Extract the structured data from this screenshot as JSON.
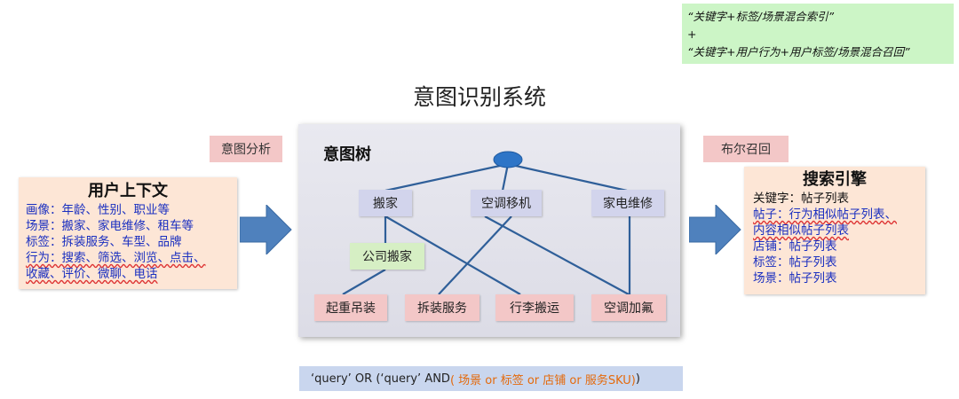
{
  "formula": {
    "line1": "“关键字+标签/场景混合索引”",
    "line2": "+",
    "line3": "“关键字+用户行为+用户标签/场景混合召回”"
  },
  "title": "意图识别系统",
  "tags": {
    "analysis": "意图分析",
    "recall": "布尔召回"
  },
  "user_context": {
    "heading": "用户上下文",
    "lines": [
      "画像：年龄、性别、职业等",
      "场景：搬家、家电维修、租车等",
      "标签：拆装服务、车型、品牌",
      "行为：搜索、筛选、浏览、点击、",
      "收藏、评价、微聊、电话"
    ]
  },
  "search_engine": {
    "heading": "搜索引擎",
    "lines": [
      "关键字：帖子列表",
      "帖子：行为相似帖子列表、",
      "内容相似帖子列表",
      "店铺：帖子列表",
      "标签：帖子列表",
      "场景：帖子列表"
    ]
  },
  "intent_tree": {
    "heading": "意图树",
    "level1": [
      "搬家",
      "空调移机",
      "家电维修"
    ],
    "level2": [
      "公司搬家"
    ],
    "leaves": [
      "起重吊装",
      "拆装服务",
      "行李搬运",
      "空调加氟"
    ]
  },
  "query": {
    "prefix": "‘query’ OR (‘query’ AND ",
    "highlight": "( 场景 or 标签 or 店铺 or 服务SKU)",
    "suffix": " )"
  },
  "colors": {
    "node_blue": "#d2d4ec",
    "node_green": "#d6efc4",
    "node_pink": "#f3c7c7",
    "line_blue": "#2f5f99",
    "arrow_blue": "#4f81bd",
    "formula_bg": "#ccf5c6",
    "query_highlight": "#e46a0c"
  }
}
